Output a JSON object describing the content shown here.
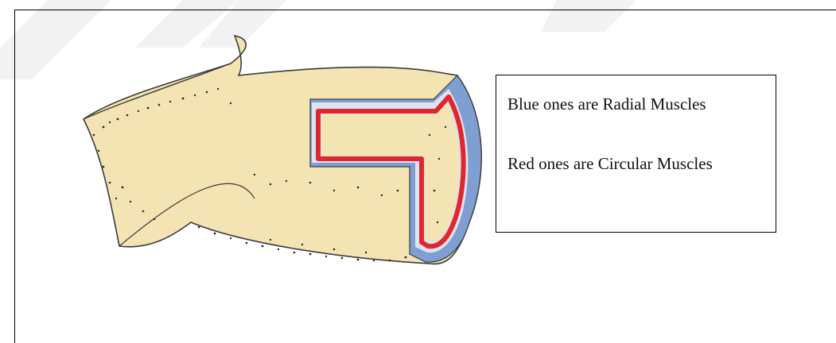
{
  "legend": {
    "line1": "Blue ones are Radial Muscles",
    "line2": "Red ones are Circular Muscles"
  },
  "colors": {
    "tissue": "#f4e4b4",
    "outline": "#3a3a3a",
    "radial_muscle": "#7f9fd2",
    "circular_muscle": "#e2262b",
    "stipple": "#2b2b2b",
    "watermark": "#f2f2f2"
  },
  "icons": {
    "figure": "muscular-tube-cross-section-illustration",
    "background": "watermark-chevrons"
  }
}
